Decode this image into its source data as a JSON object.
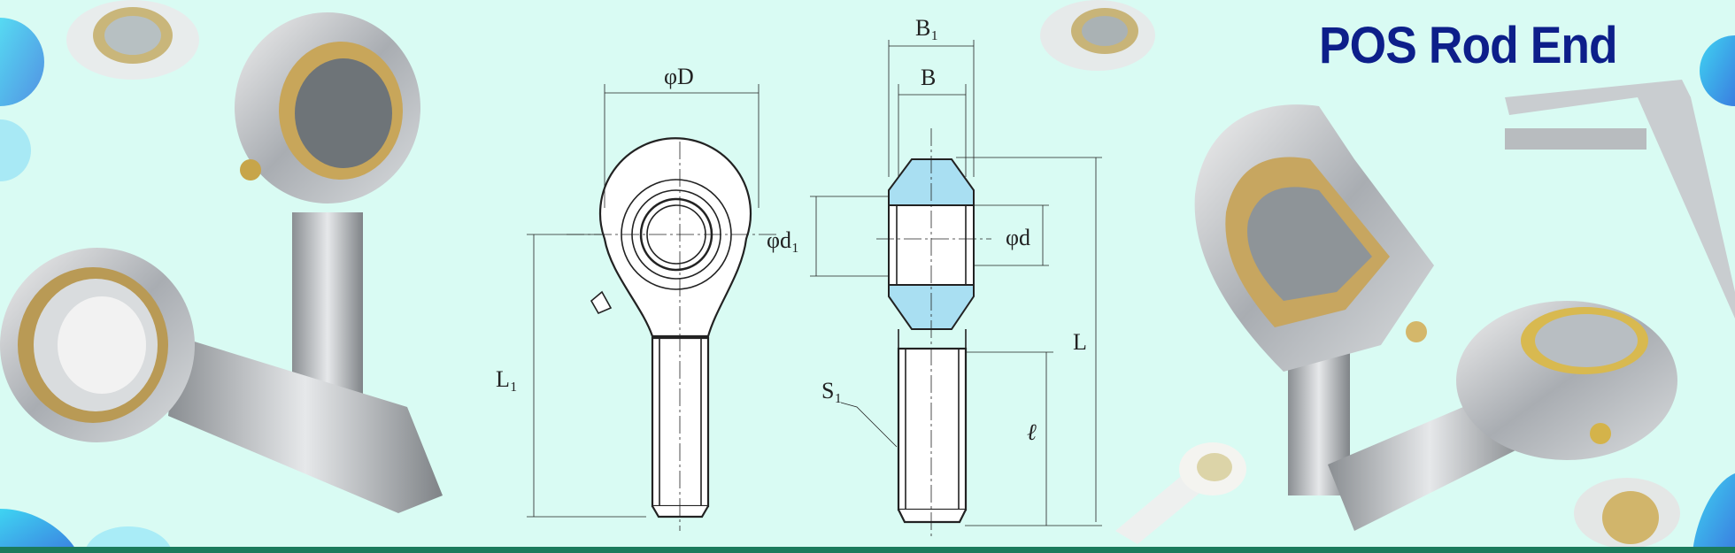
{
  "banner": {
    "title": "POS Rod End",
    "accent_color": "#0d1f8a",
    "background_color": "#d9fbf3",
    "footer_bar_color": "#1b7b5c"
  },
  "drawing": {
    "labels": {
      "outer_diameter": "φD",
      "inner_ring_diameter": "φd₁",
      "bore_diameter": "φd",
      "ring_width": "B₁",
      "ball_width": "B",
      "length_l1": "L₁",
      "total_length": "L",
      "thread_length": "ℓ",
      "thread_size": "S₁"
    }
  }
}
